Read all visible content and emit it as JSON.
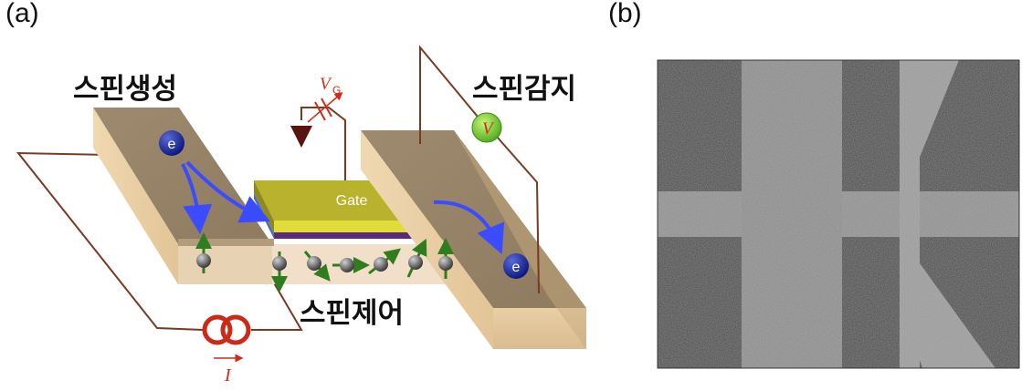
{
  "panels": {
    "a": {
      "label": "(a)"
    },
    "b": {
      "label": "(b)"
    }
  },
  "diagram": {
    "spin_generation": "스핀생성",
    "spin_detection": "스핀감지",
    "spin_control": "스핀제어",
    "gate_label": "Gate",
    "electron_label": "e",
    "gate_voltage_symbol": "V",
    "gate_voltage_subscript": "G",
    "voltmeter_symbol": "V",
    "current_symbol": "I",
    "colors": {
      "channel": "#a89274",
      "gate_top": "#b5b02a",
      "electron": "#1a2a9a",
      "arrow_blue": "#3b4cff",
      "spin_arrow": "#2f7d1e",
      "wire": "#7a3a22",
      "source": "#cc2a18",
      "annotation_red": "#d42a1a"
    }
  },
  "micrograph": {
    "description_icon": "sem-micrograph-image"
  }
}
